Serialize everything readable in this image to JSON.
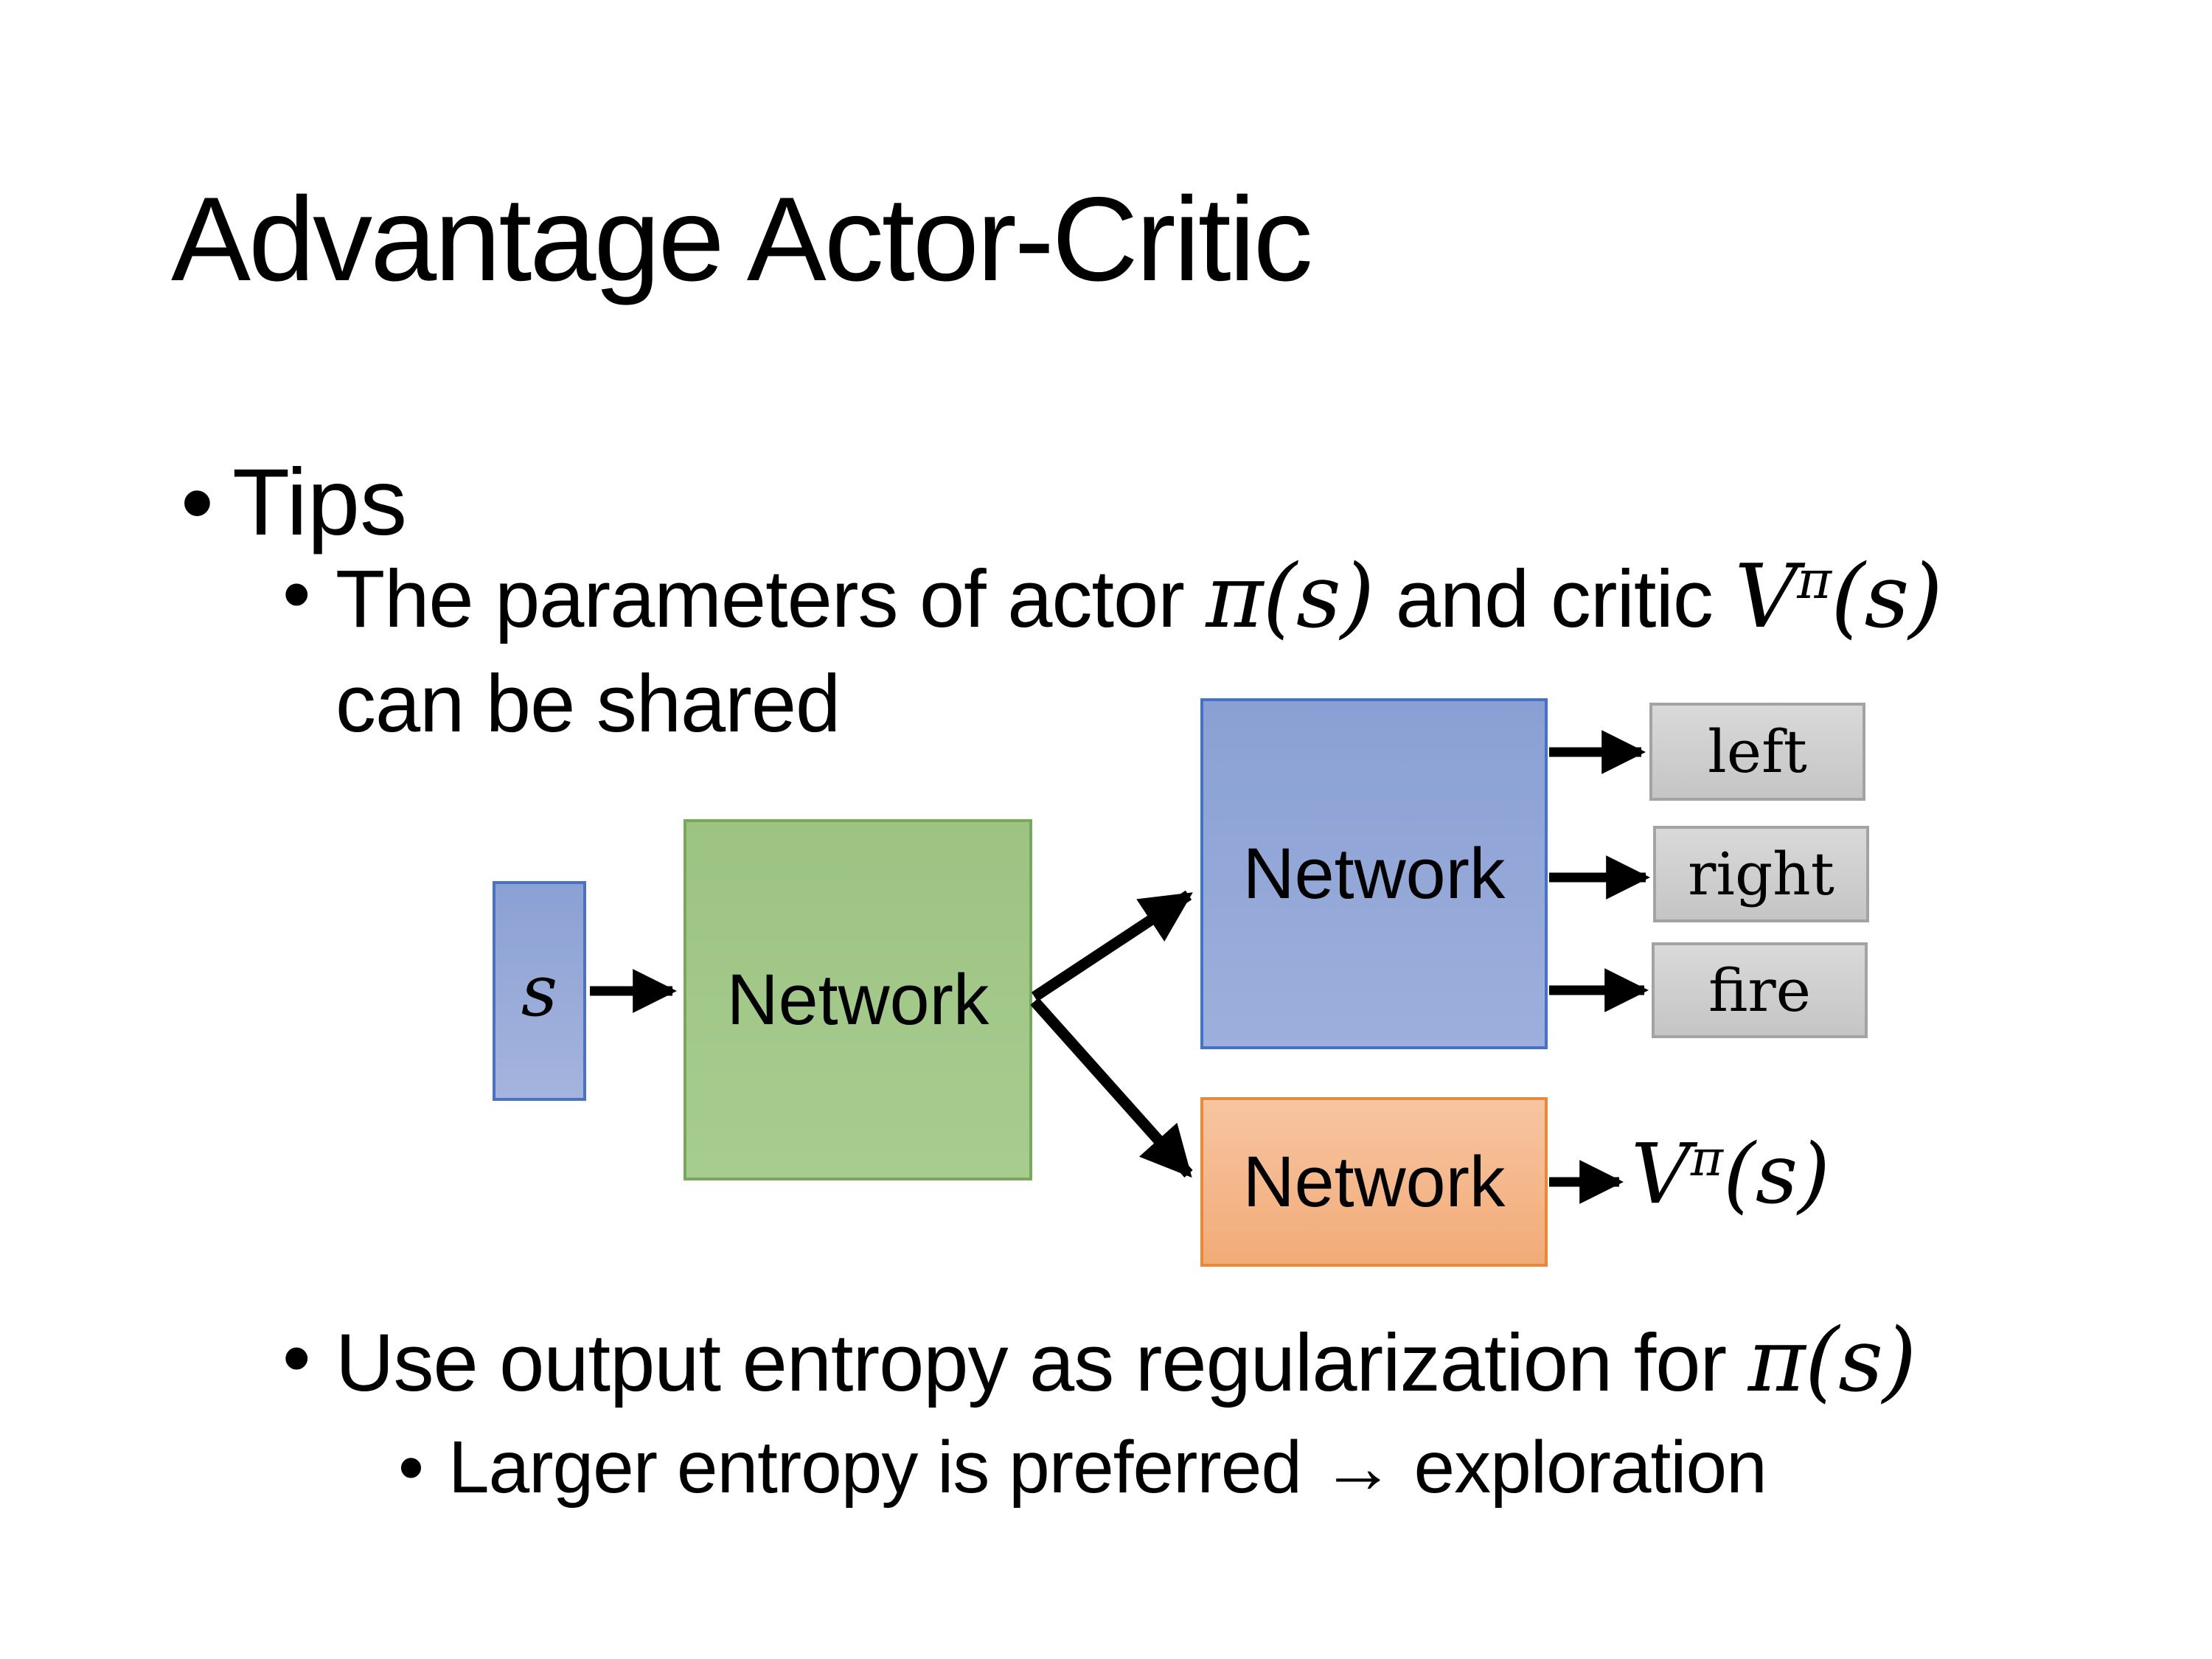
{
  "slide": {
    "title": "Advantage Actor-Critic",
    "bullet_char": "•",
    "tips_label": "Tips",
    "bullet1": {
      "pre": "The parameters of actor ",
      "mid": "  and critic ",
      "line2": "can be shared"
    },
    "bullet2": {
      "pre": "Use output entropy as regularization for "
    },
    "bullet3": {
      "text": "Larger entropy is preferred → exploration"
    },
    "math": {
      "pi": "π",
      "s": "s",
      "V": "V",
      "open": "(",
      "close": ")"
    }
  },
  "diagram": {
    "state_label": "s",
    "shared_network_label": "Network",
    "actor_network_label": "Network",
    "critic_network_label": "Network",
    "actions": [
      {
        "label": "left"
      },
      {
        "label": "right"
      },
      {
        "label": "fire"
      }
    ],
    "colors": {
      "state_fill": "#8fa5d6",
      "state_border": "#4a72c0",
      "shared_fill": "#a2c78a",
      "shared_border": "#78a85a",
      "actor_fill": "#8fa3d6",
      "actor_border": "#4472c4",
      "critic_fill": "#f4b183",
      "critic_border": "#e98836",
      "action_fill": "#d0d0d0",
      "action_border": "#a3a3a3",
      "arrow": "#000000"
    }
  }
}
